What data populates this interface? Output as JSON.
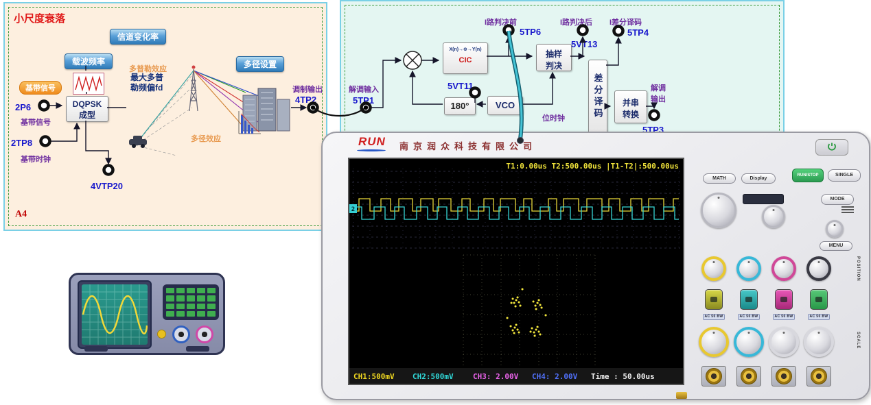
{
  "colors": {
    "panel_border": "#7ad0e6",
    "left_panel_bg": "#fdefdf",
    "right_panel_bg": "#e4f6f2",
    "title_red": "#e01818",
    "label_purple": "#7030a0",
    "label_blue": "#1818cc",
    "ch1_yellow": "#e8d83a",
    "ch2_cyan": "#38d8d8",
    "ch3_magenta": "#e862e8",
    "ch4_blue": "#5070f8",
    "run_stop_green": "#3dba6f"
  },
  "left_panel": {
    "title": "小尺度衰落",
    "a4": "A4",
    "buttons": {
      "channel_rate": "信道变化率",
      "carrier_freq": "载波频率",
      "multipath": "多径设置"
    },
    "baseband_tag": "基带信号",
    "dqpsk": {
      "line1": "DQPSK",
      "line2": "成型"
    },
    "tp_2p6": {
      "id": "2P6",
      "label": "基带信号"
    },
    "tp_2tp8": {
      "id": "2TP8",
      "label": "基带时钟"
    },
    "tp_4vtp20": {
      "id": "4VTP20"
    },
    "doppler_note": "多普勒效应",
    "doppler_max": {
      "line1": "最大多普",
      "line2": "勒频偏fd"
    },
    "multipath_note": "多径效应",
    "mod_out": {
      "label": "调制输出",
      "id": "4TP2"
    }
  },
  "right_panel": {
    "demod_in": {
      "label": "解调输入",
      "id": "5TP1"
    },
    "cic": {
      "row": "X(n)→⊕→Y(n)",
      "name": "CIC"
    },
    "pre_decision": {
      "label": "I路判决前",
      "id": "5TP6"
    },
    "sampling": {
      "line1": "抽样",
      "line2": "判决"
    },
    "post_decision": {
      "label": "I路判决后",
      "id": "5VT13"
    },
    "diff_decode_tp": {
      "label": "I差分译码",
      "id": "5TP4"
    },
    "vt11": {
      "id": "5VT11"
    },
    "phase_block": "180°",
    "vco_block": "VCO",
    "bit_clock": "位时钟",
    "diff_decode_block": "差分译码",
    "parallel_serial": {
      "line1": "并串",
      "line2": "转换"
    },
    "demod_out": {
      "line1": "解调",
      "line2": "输出",
      "id": "5TP3"
    }
  },
  "oscilloscope": {
    "brand": "RUN",
    "company": "南京润众科技有限公司",
    "status_bar": "T1:0.00us  T2:500.00us |T1-T2|:500.00us",
    "trigger_marker": "2",
    "readout": {
      "ch1": "CH1:500mV",
      "ch2": "CH2:500mV",
      "ch3": "CH3: 2.00V",
      "ch4": "CH4: 2.00V",
      "time": "Time : 50.00us"
    },
    "buttons": {
      "math": "MATH",
      "display": "Display",
      "run_stop": "RUN/STOP",
      "single": "SINGLE",
      "mode": "MODE",
      "menu": "MENU"
    },
    "coupling_label": "AC 50 BW",
    "label_position": "POSITION",
    "label_scale": "SCALE"
  }
}
